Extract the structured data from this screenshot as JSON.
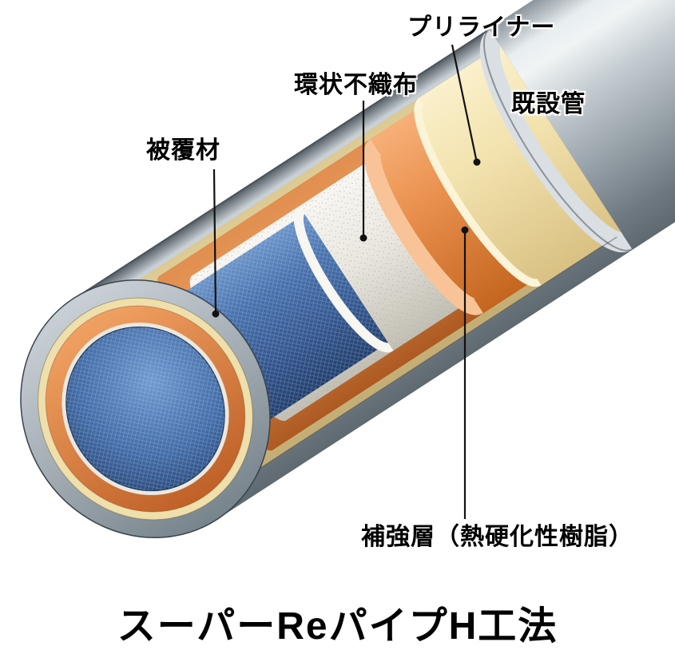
{
  "diagram": {
    "title": "スーパーReパイプH工法",
    "labels": {
      "preliner": "プリライナー",
      "nonwoven": "環状不織布",
      "existing_pipe": "既設管",
      "covering": "被覆材",
      "reinforcement": "補強層（熱硬化性樹脂）"
    },
    "layers": [
      {
        "name": "既設管",
        "color": "#aab3ba"
      },
      {
        "name": "プリライナー",
        "color": "#f2e2ad"
      },
      {
        "name": "補強層（熱硬化性樹脂）",
        "color": "#ec9453"
      },
      {
        "name": "環状不織布",
        "color": "#e9e7df"
      },
      {
        "name": "被覆材",
        "color": "#3a64a0"
      }
    ]
  }
}
